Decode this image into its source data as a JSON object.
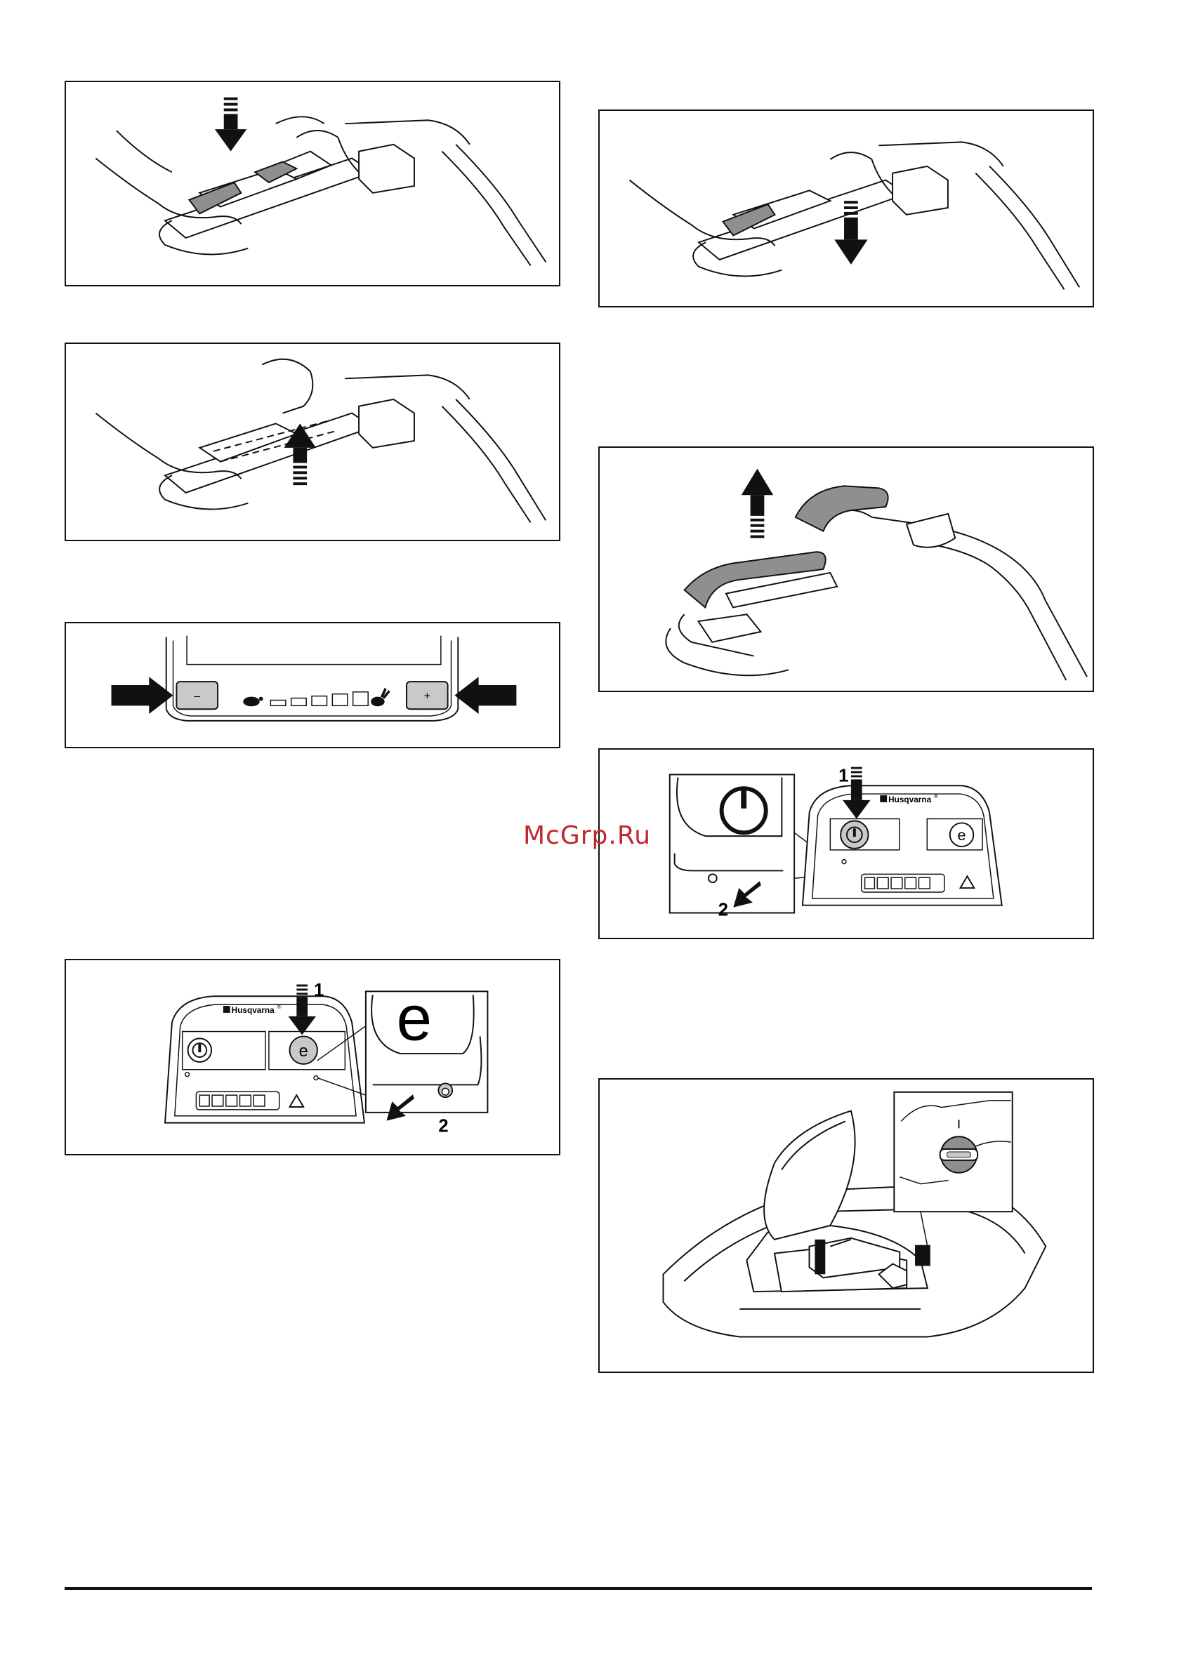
{
  "watermark": "McGrp.Ru",
  "brand": "Husqvarna",
  "brand_mark": "®",
  "panel_speed": {
    "minus_label": "–",
    "plus_label": "+"
  },
  "callouts": {
    "one": "1",
    "two": "2"
  },
  "colors": {
    "button_fill": "#c9c9c9",
    "grip_fill": "#8f8f8f",
    "watermark": "#c1272d",
    "line": "#111111"
  }
}
